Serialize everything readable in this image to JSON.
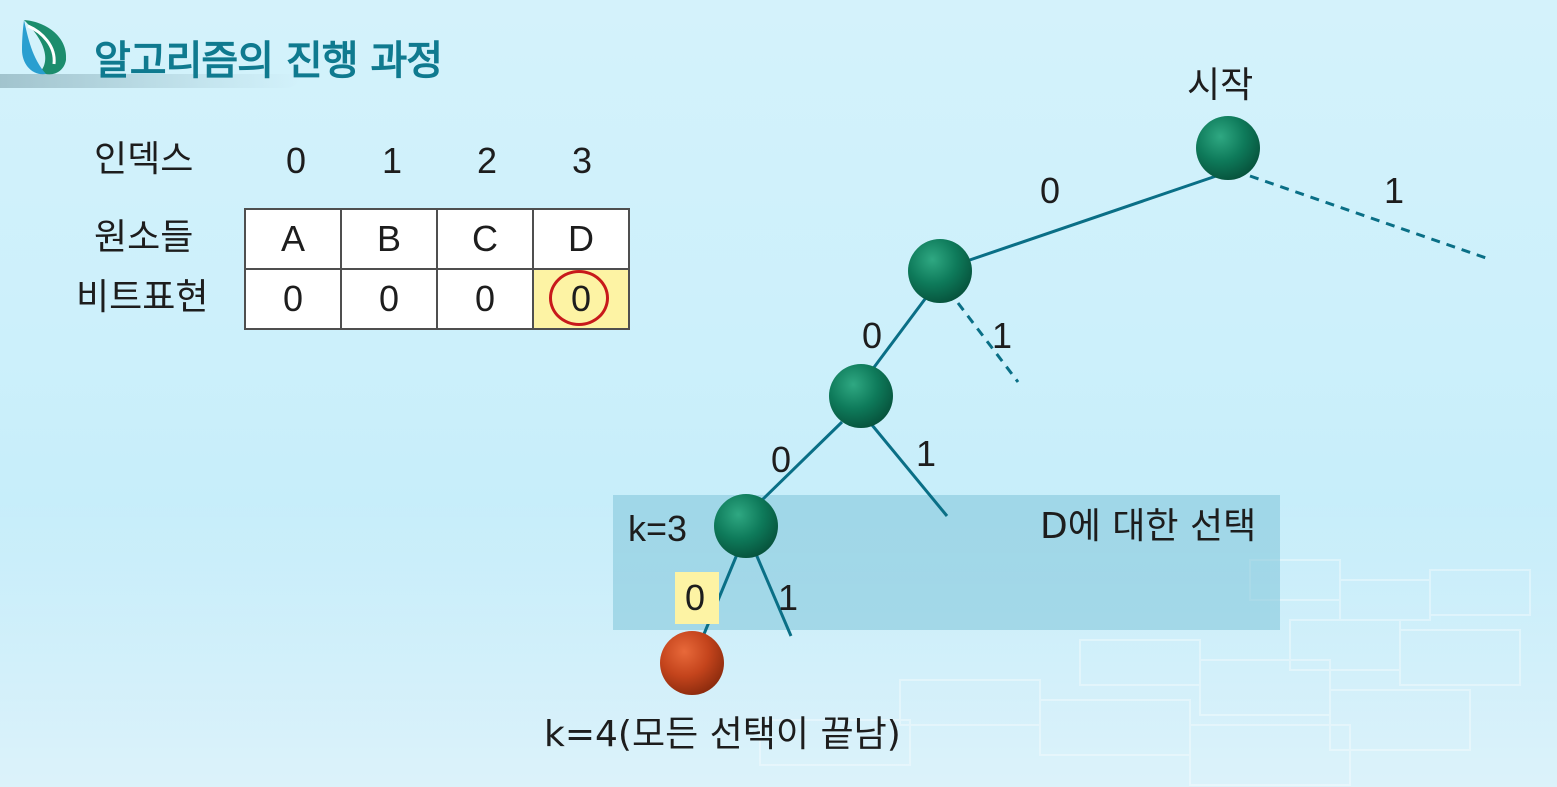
{
  "title": "알고리즘의 진행 과정",
  "table": {
    "index_label": "인덱스",
    "indices": [
      "0",
      "1",
      "2",
      "3"
    ],
    "elements_label": "원소들",
    "elements": [
      "A",
      "B",
      "C",
      "D"
    ],
    "bits_label": "비트표현",
    "bits": [
      "0",
      "0",
      "0",
      "0"
    ],
    "highlighted_index": 3
  },
  "tree": {
    "start_label": "시작",
    "edge_labels": {
      "root_left": "0",
      "root_right": "1",
      "n1_left": "0",
      "n1_right": "1",
      "n2_left": "0",
      "n2_right": "1",
      "n3_left": "0",
      "n3_right": "1"
    },
    "k3_label": "k=3",
    "selection_label": "D에 대한 선택",
    "end_label": "k=4(모든 선택이 끝남)",
    "colors": {
      "node": "#0e7a5a",
      "end_node": "#c4441c",
      "edge": "#0a6f86",
      "highlight": "#fdf3a4",
      "selection_band": "#8ecfe0",
      "circle_mark": "#c8191b",
      "title": "#0f7a8f"
    }
  }
}
